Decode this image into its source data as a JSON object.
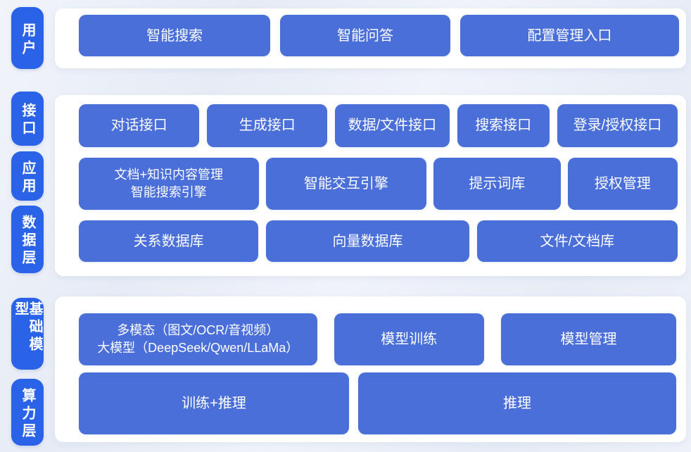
{
  "colors": {
    "tab_blue": "#2a63e8",
    "button_blue": "#4a6fd9",
    "panel_bg": "#ffffff",
    "page_bg": "#eaeef7",
    "text_white": "#ffffff"
  },
  "sections": [
    {
      "name": "user-layer",
      "tabs": [
        "用户"
      ],
      "rows": [
        {
          "buttons": [
            {
              "label": "智能搜索"
            },
            {
              "label": "智能问答"
            },
            {
              "label": "配置管理入口"
            }
          ]
        }
      ]
    },
    {
      "name": "interface-application-data-layer",
      "tabs": [
        "接口",
        "应用",
        "数据层"
      ],
      "rows": [
        {
          "buttons": [
            {
              "label": "对话接口"
            },
            {
              "label": "生成接口"
            },
            {
              "label": "数据/文件接口"
            },
            {
              "label": "搜索接口"
            },
            {
              "label": "登录/授权接口"
            }
          ]
        },
        {
          "buttons": [
            {
              "lines": [
                "文档+知识内容管理",
                "智能搜索引擎"
              ]
            },
            {
              "label": "智能交互引擎"
            },
            {
              "label": "提示词库"
            },
            {
              "label": "授权管理"
            }
          ]
        },
        {
          "buttons": [
            {
              "label": "关系数据库"
            },
            {
              "label": "向量数据库"
            },
            {
              "label": "文件/文档库"
            }
          ]
        }
      ]
    },
    {
      "name": "foundation-model-compute-layer",
      "tabs": [
        "基础模型",
        "算力层"
      ],
      "rows": [
        {
          "buttons": [
            {
              "lines": [
                "多模态（图文/OCR/音视频）",
                "大模型（DeepSeek/Qwen/LLaMa）"
              ]
            },
            {
              "label": "模型训练"
            },
            {
              "label": "模型管理"
            }
          ]
        },
        {
          "buttons": [
            {
              "label": "训练+推理"
            },
            {
              "label": "推理"
            }
          ]
        }
      ]
    }
  ]
}
